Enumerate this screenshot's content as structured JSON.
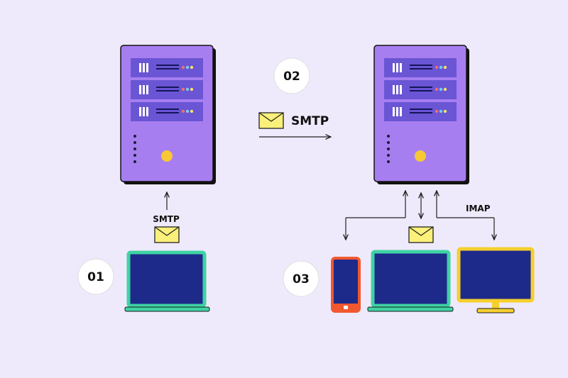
{
  "steps": {
    "one": "01",
    "two": "02",
    "three": "03"
  },
  "protocols": {
    "smtp_client": "SMTP",
    "smtp_relay": "SMTP",
    "imap": "IMAP"
  },
  "icons": {
    "server": "server-icon",
    "envelope": "envelope-icon",
    "laptop": "laptop-icon",
    "phone": "phone-icon",
    "monitor": "monitor-icon"
  },
  "colors": {
    "background": "#efeafb",
    "server_body": "#a77ef0",
    "server_panel": "#6a55d4",
    "screen": "#1d2a8a",
    "laptop_frame": "#3fd3a3",
    "phone_frame": "#f2582e",
    "monitor_frame": "#f5cf2e",
    "envelope": "#fbf07a",
    "led": "#f7c836"
  }
}
